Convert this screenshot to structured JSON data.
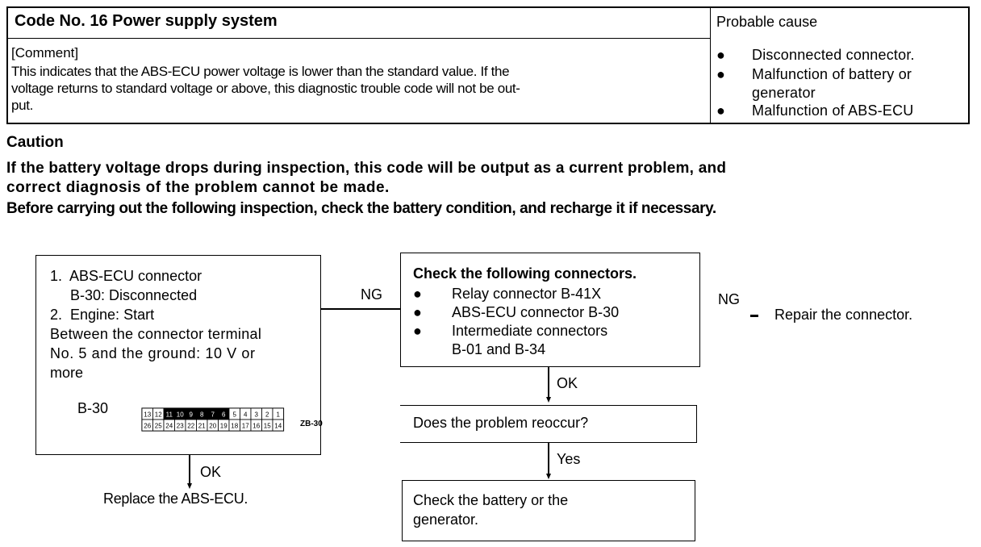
{
  "header": {
    "title": "Code No. 16 Power supply system",
    "probable_cause_label": "Probable cause",
    "comment_label": "[Comment]",
    "comment_text": "This indicates that the ABS-ECU power voltage is lower than the standard value. If the voltage returns to standard voltage or above, this diagnostic trouble code will not be output.",
    "comment_lines": [
      "This indicates that the ABS-ECU power voltage is lower than the standard value. If the",
      "voltage returns to standard voltage or above, this diagnostic trouble code will not be out-",
      "put."
    ],
    "probable_causes": [
      {
        "bullet": "●",
        "text": "Disconnected connector."
      },
      {
        "bullet": "●",
        "text": "Malfunction of battery or"
      },
      {
        "bullet": "",
        "text": "generator"
      },
      {
        "bullet": "●",
        "text": "Malfunction of ABS-ECU"
      }
    ]
  },
  "caution": {
    "title": "Caution",
    "lines": [
      "If the battery voltage drops during inspection, this code will be output as a current problem, and",
      "correct diagnosis of the problem cannot be made.",
      "Before carrying out the following inspection, check the battery condition, and recharge it if necessary."
    ]
  },
  "flowchart": {
    "step1": {
      "lines": [
        "1.  ABS-ECU connector",
        "     B-30: Disconnected",
        "2.  Engine: Start",
        "Between the connector terminal",
        "No. 5 and the ground: 10 V or",
        "more"
      ],
      "connector_label": "B-30",
      "figure_code": "ZB-30",
      "connector_top_pins": [
        "13",
        "12",
        "11",
        "10",
        "9",
        "8",
        "7",
        "6",
        "5",
        "4",
        "3",
        "2",
        "1"
      ],
      "connector_bottom_pins": [
        "26",
        "25",
        "24",
        "23",
        "22",
        "21",
        "20",
        "19",
        "18",
        "17",
        "16",
        "15",
        "14"
      ]
    },
    "ng_label_1": "NG",
    "step2": {
      "title": "Check the following connectors.",
      "items": [
        {
          "bullet": "●",
          "text": "Relay connector B-41X"
        },
        {
          "bullet": "●",
          "text": "ABS-ECU connector B-30"
        },
        {
          "bullet": "●",
          "text": "Intermediate connectors"
        },
        {
          "bullet": "",
          "text": "B-01 and B-34"
        }
      ]
    },
    "ng_label_2": "NG",
    "repair_dash": "–",
    "repair_text": "Repair the connector.",
    "ok_label_1": "OK",
    "step3_question": "Does the problem reoccur?",
    "yes_label": "Yes",
    "step4_lines": [
      "Check the battery or the",
      "generator."
    ],
    "ok_label_2": "OK",
    "replace_text": "Replace the ABS-ECU."
  }
}
